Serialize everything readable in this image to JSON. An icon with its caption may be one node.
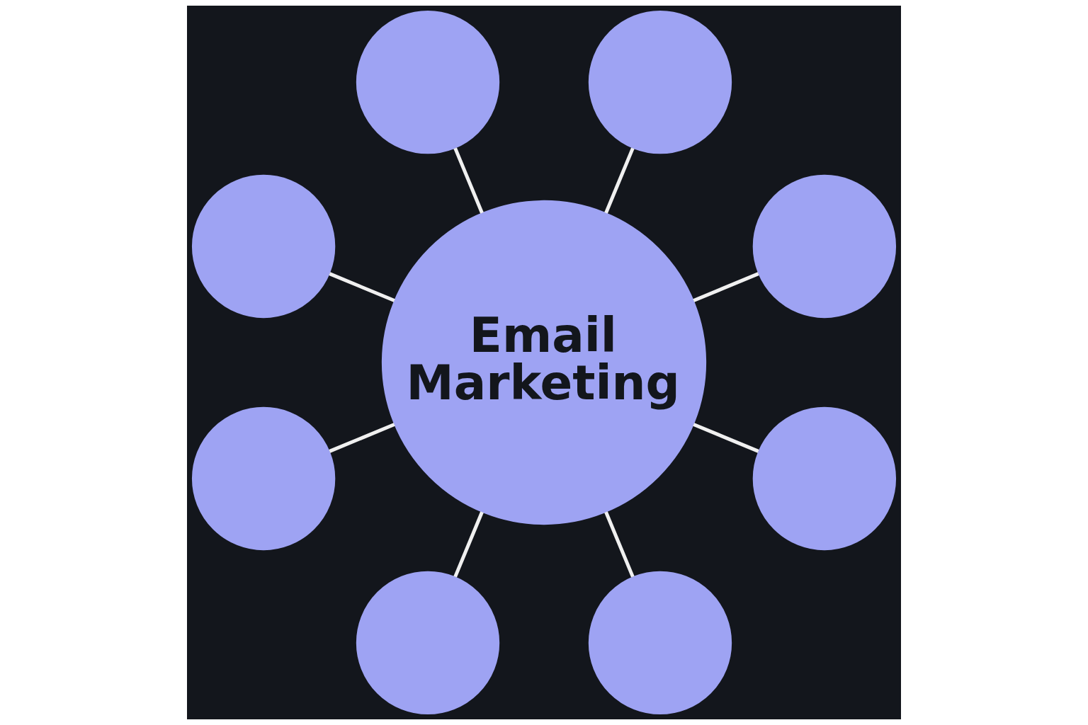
{
  "diagram": {
    "nodes": [
      {
        "text": [
          "Email Marketing"
        ]
      },
      {
        "text": [],
        "shape": "circle"
      },
      {
        "text": [],
        "shape": "circle"
      },
      {
        "text": [],
        "shape": "circle"
      },
      {
        "text": [],
        "shape": "circle"
      },
      {
        "text": [],
        "shape": "circle"
      },
      {
        "text": [],
        "shape": "circle"
      },
      {
        "text": [],
        "shape": "circle"
      },
      {
        "text": [],
        "shape": "circle"
      }
    ],
    "edges": [
      {
        "from": 0,
        "to": 1,
        "arrow": "none"
      },
      {
        "from": 0,
        "to": 3,
        "arrow": "none"
      },
      {
        "from": 0,
        "to": 5,
        "arrow": "none"
      },
      {
        "from": 0,
        "to": 7,
        "arrow": "none"
      },
      {
        "from": 0,
        "to": 8,
        "arrow": "none"
      },
      {
        "from": 0,
        "to": 6,
        "arrow": "none"
      },
      {
        "from": 0,
        "to": 4,
        "arrow": "none"
      },
      {
        "from": 0,
        "to": 2,
        "arrow": "none"
      }
    ]
  }
}
